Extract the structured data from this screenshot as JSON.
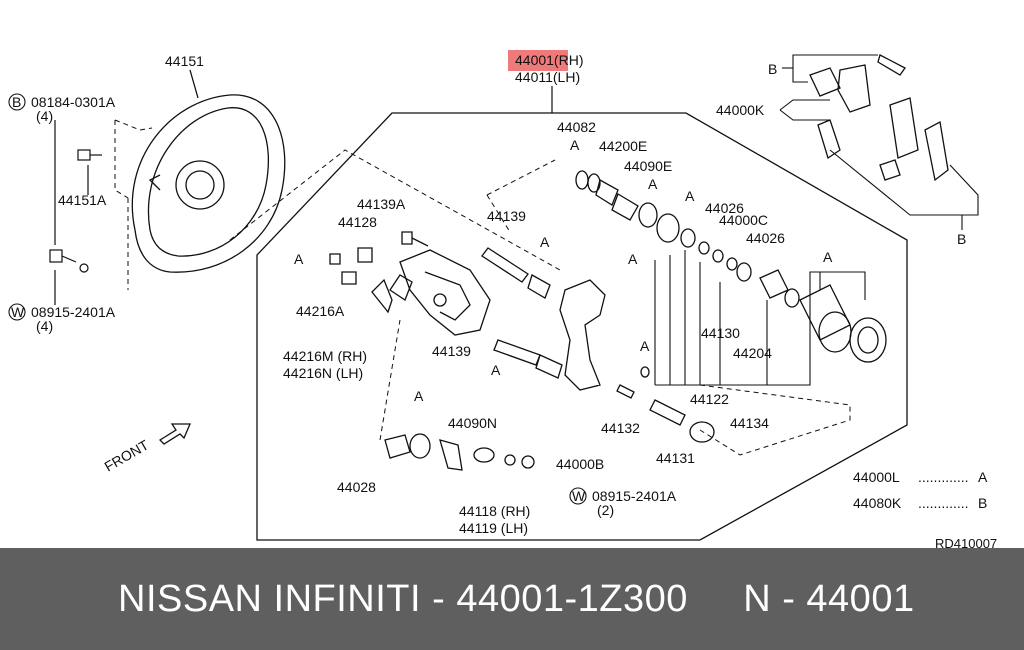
{
  "colors": {
    "line": "#111111",
    "highlight": "#f07a7a",
    "footer_bg": "#5f5f5f",
    "footer_text": "#ffffff"
  },
  "labels": {
    "p44001": "44001(RH)",
    "p44011": "44011(LH)",
    "p44151": "44151",
    "b08184": "08184-0301A",
    "b08184_qty": "(4)",
    "p44151a": "44151A",
    "w08915": "08915-2401A",
    "w08915_qty": "(4)",
    "p44082": "44082",
    "p44200e": "44200E",
    "p44090e": "44090E",
    "p44139a": "44139A",
    "p44128": "44128",
    "p44139_top": "44139",
    "p44216a": "44216A",
    "p44216m": "44216M (RH)",
    "p44216n": "44216N (LH)",
    "p44139_bot": "44139",
    "p44026_1": "44026",
    "p44000c": "44000C",
    "p44026_2": "44026",
    "p44130": "44130",
    "p44204": "44204",
    "p44122": "44122",
    "p44132": "44132",
    "p44131": "44131",
    "p44134": "44134",
    "p44090n": "44090N",
    "p44000b": "44000B",
    "p44028": "44028",
    "w08915b": "08915-2401A",
    "w08915b_qty": "(2)",
    "p44118": "44118 (RH)",
    "p44119": "44119 (LH)",
    "p44000k": "44000K",
    "front": "FRONT",
    "legend_l": "44000L",
    "legend_l_ref": "A",
    "legend_k": "44080K",
    "legend_k_ref": "B",
    "ref_a": "A",
    "ref_b": "B",
    "circ_b": "B",
    "circ_w": "W",
    "drawing_no": "RD410007"
  },
  "footer": {
    "text": "NISSAN INFINITI - 44001-1Z300     N - 44001"
  }
}
